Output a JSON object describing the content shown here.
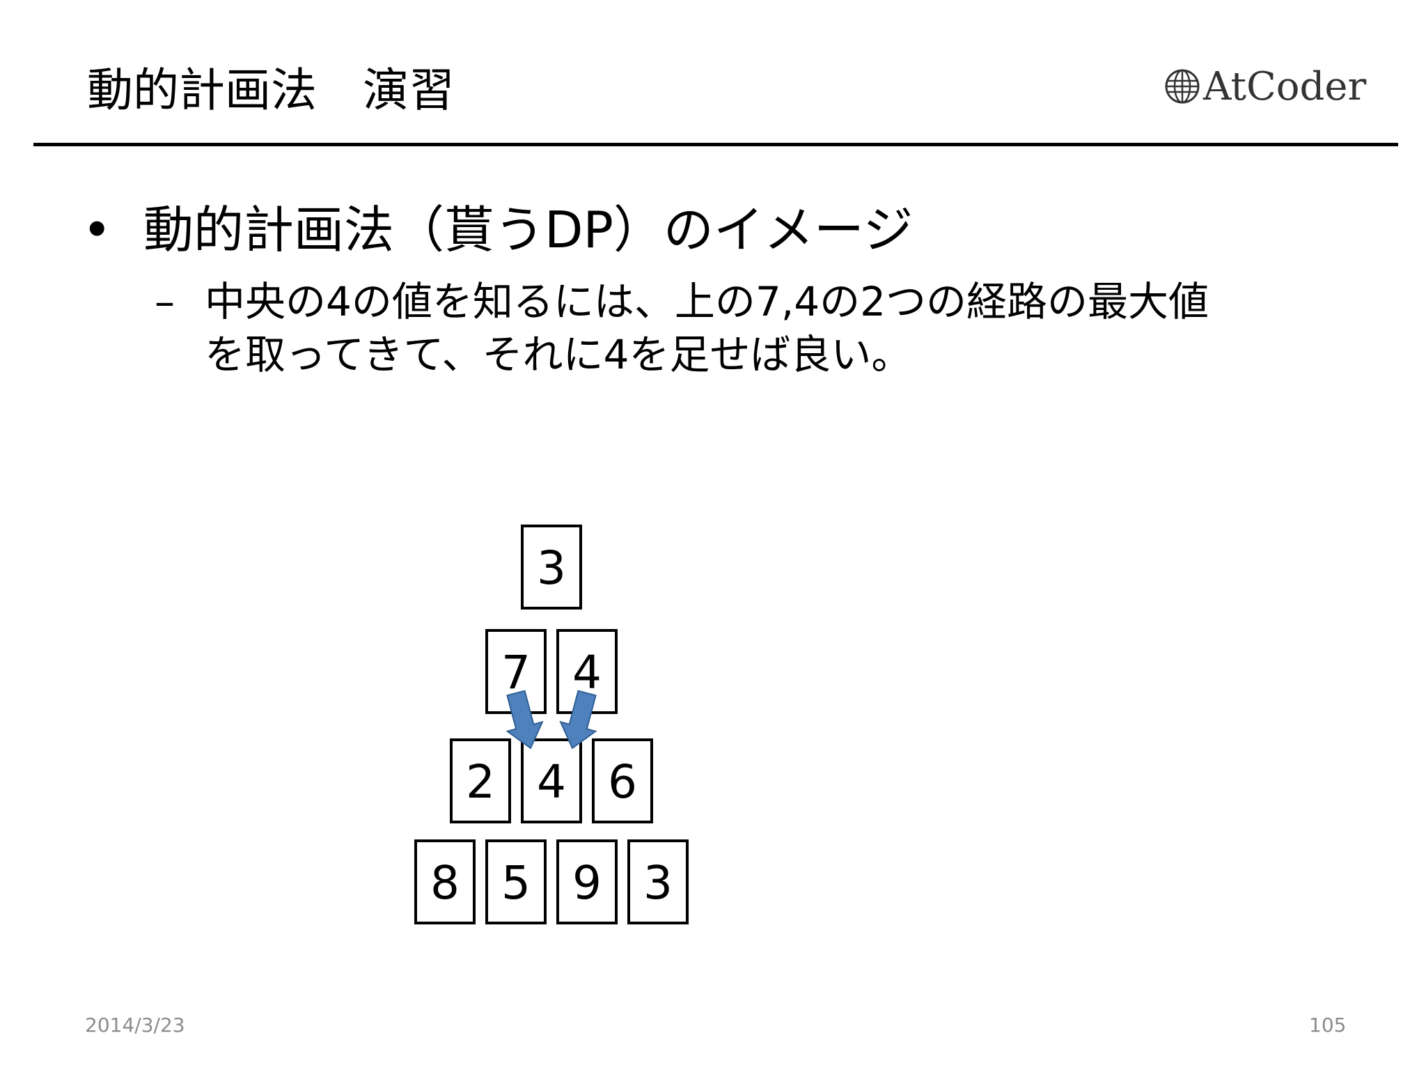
{
  "header": {
    "title": "動的計画法　演習",
    "logo_text": "AtCoder"
  },
  "content": {
    "bullet_marker": "•",
    "bullet": "動的計画法（貰うDP）のイメージ",
    "sub_marker": "–",
    "sub_lines": [
      "中央の4の値を知るには、上の7,4の2つの経路の最大値",
      "を取ってきて、それに4を足せば良い。"
    ]
  },
  "pyramid": {
    "rows": [
      [
        "3"
      ],
      [
        "7",
        "4"
      ],
      [
        "2",
        "4",
        "6"
      ],
      [
        "8",
        "5",
        "9",
        "3"
      ]
    ],
    "arrow_color": "#4f81bd",
    "arrows": [
      {
        "from_row": 1,
        "from_col": 0,
        "to_row": 2,
        "to_col": 1
      },
      {
        "from_row": 1,
        "from_col": 1,
        "to_row": 2,
        "to_col": 1
      }
    ]
  },
  "footer": {
    "date": "2014/3/23",
    "page": "105"
  }
}
